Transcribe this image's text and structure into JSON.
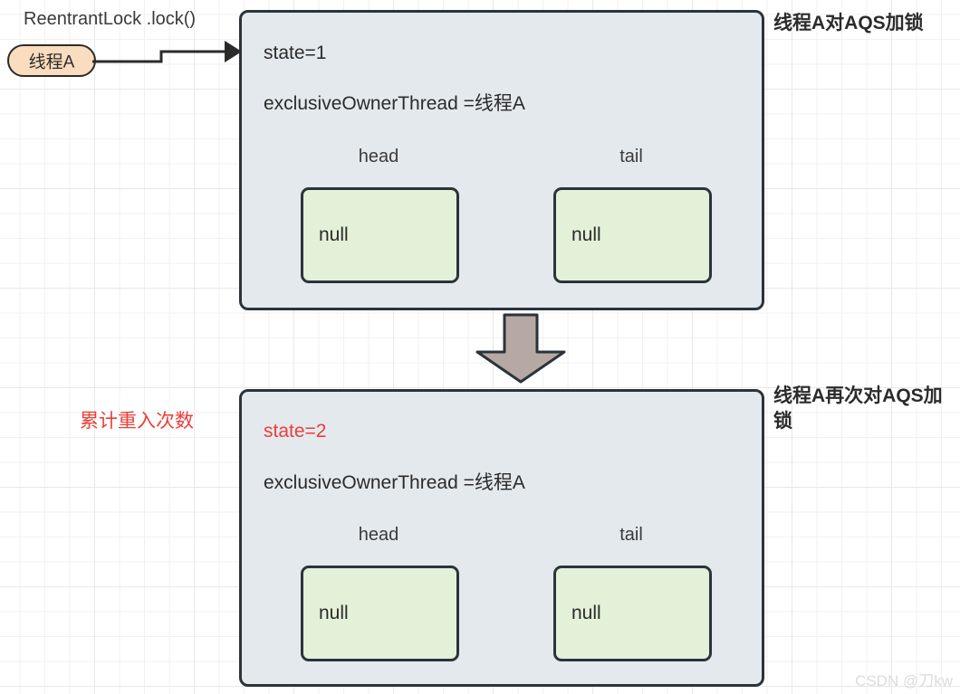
{
  "background": {
    "grid_color": "#e8e8e8",
    "page_color": "#ffffff"
  },
  "colors": {
    "panel_fill": "#e4e9ed",
    "panel_border": "#2b333b",
    "node_fill": "#e3f1d8",
    "pill_fill": "#fadcbe",
    "accent_red": "#e8403a",
    "arrow_fill": "#b6a9a3"
  },
  "caller": {
    "method_label": "ReentrantLock .lock()",
    "thread_label": "线程A"
  },
  "panels": [
    {
      "id": "first-lock",
      "state_label": "state=1",
      "state_is_accent": false,
      "owner_label": "exclusiveOwnerThread =线程A",
      "nodes": [
        {
          "caption": "head",
          "value": "null"
        },
        {
          "caption": "tail",
          "value": "null"
        }
      ],
      "side_note": "线程A对AQS加锁"
    },
    {
      "id": "reentrant-lock",
      "state_label": "state=2",
      "state_is_accent": true,
      "owner_label": "exclusiveOwnerThread =线程A",
      "nodes": [
        {
          "caption": "head",
          "value": "null"
        },
        {
          "caption": "tail",
          "value": "null"
        }
      ],
      "side_note": "线程A再次对AQS加锁"
    }
  ],
  "reentry_note": "累计重入次数",
  "watermark": "CSDN @刀kw"
}
